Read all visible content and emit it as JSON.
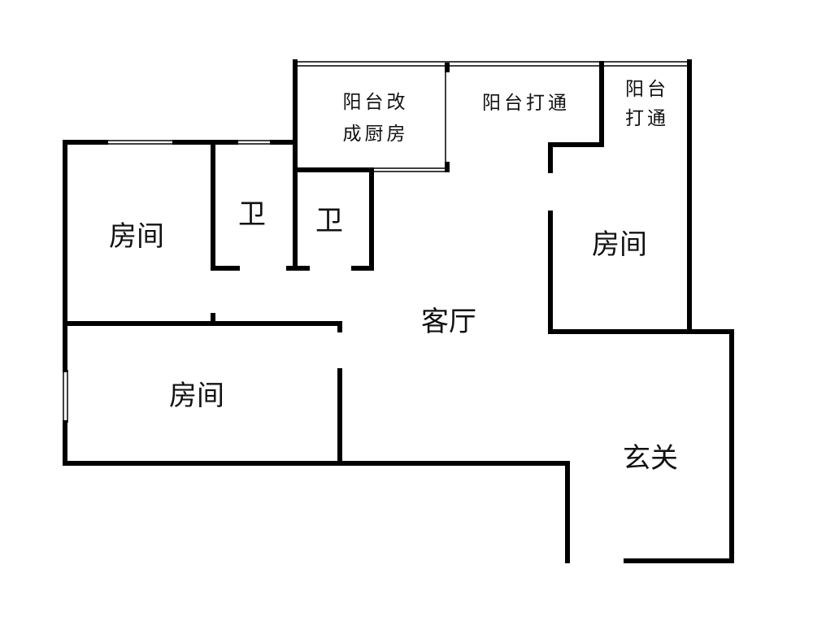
{
  "rooms": {
    "kitchen_line1": "阳台改",
    "kitchen_line2": "成厨房",
    "balcony_open_mid": "阳台打通",
    "balcony_open_right_line1": "阳台",
    "balcony_open_right_line2": "打通",
    "bedroom_top_left": "房间",
    "bath_1": "卫",
    "bath_2": "卫",
    "bedroom_right": "房间",
    "living_room": "客厅",
    "bedroom_bottom_left": "房间",
    "entrance": "玄关"
  }
}
